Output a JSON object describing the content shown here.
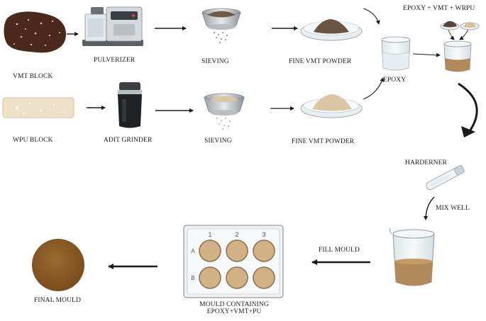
{
  "colors": {
    "vmt_dark": "#4a2a1c",
    "vmt_powder": "#6e5a48",
    "wpu_block": "#ede2c7",
    "wpu_powder": "#d8c6a4",
    "epoxy_mix": "#b08a5a",
    "final_mould": "#8b5a24",
    "well_fill": "#d2b185",
    "arrow": "#1a1a1a"
  },
  "labels": {
    "vmt_block": "VMT BLOCK",
    "pulverizer": "PULVERIZER",
    "sieving_top": "SIEVING",
    "fine_vmt_top": "FINE VMT POWDER",
    "epoxy_vmt_wrpu": "EPOXY + VMT + WRPU",
    "epoxy": "EPOXY",
    "wpu_block": "WPU BLOCK",
    "adit_grinder": "ADIT GRINDER",
    "sieving_bottom": "SIEVING",
    "fine_vmt_bottom": "FINE VMT POWDER",
    "hardener": "HARDERNER",
    "mix_well": "MIX WELL",
    "fill_mould": "FILL MOULD",
    "mould_containing_1": "MOULD CONTAINING",
    "mould_containing_2": "EPOXY+VMT+PU",
    "final_mould": "FINAL MOULD"
  },
  "well_plate": {
    "columns": [
      "1",
      "2",
      "3"
    ],
    "rows": [
      "A",
      "B"
    ]
  }
}
